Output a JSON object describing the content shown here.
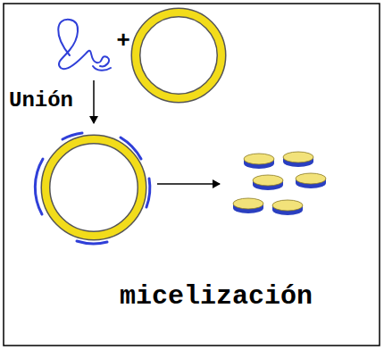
{
  "diagram": {
    "labels": [
      "+",
      "Unión",
      "micelización"
    ]
  }
}
